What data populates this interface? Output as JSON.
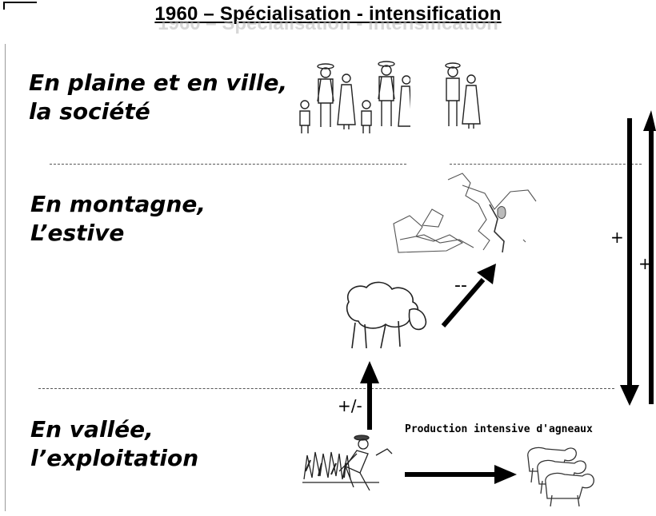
{
  "title": "1960 – Spécialisation - intensification",
  "zones": {
    "society": {
      "line1": "En plaine et en ville,",
      "line2": "la société"
    },
    "mountain": {
      "line1": "En montagne,",
      "line2": "L’estive"
    },
    "valley": {
      "line1": "En vallée,",
      "line2": "l’exploitation"
    }
  },
  "labels": {
    "plus_minus": "+/-",
    "minus_minus": "--",
    "plus_a": "+",
    "plus_b": "+",
    "production": "Production intensive d'agneaux"
  },
  "icons": [
    "people-group-icon",
    "map-icon",
    "sheep-icon",
    "farmer-icon",
    "lambs-icon"
  ]
}
